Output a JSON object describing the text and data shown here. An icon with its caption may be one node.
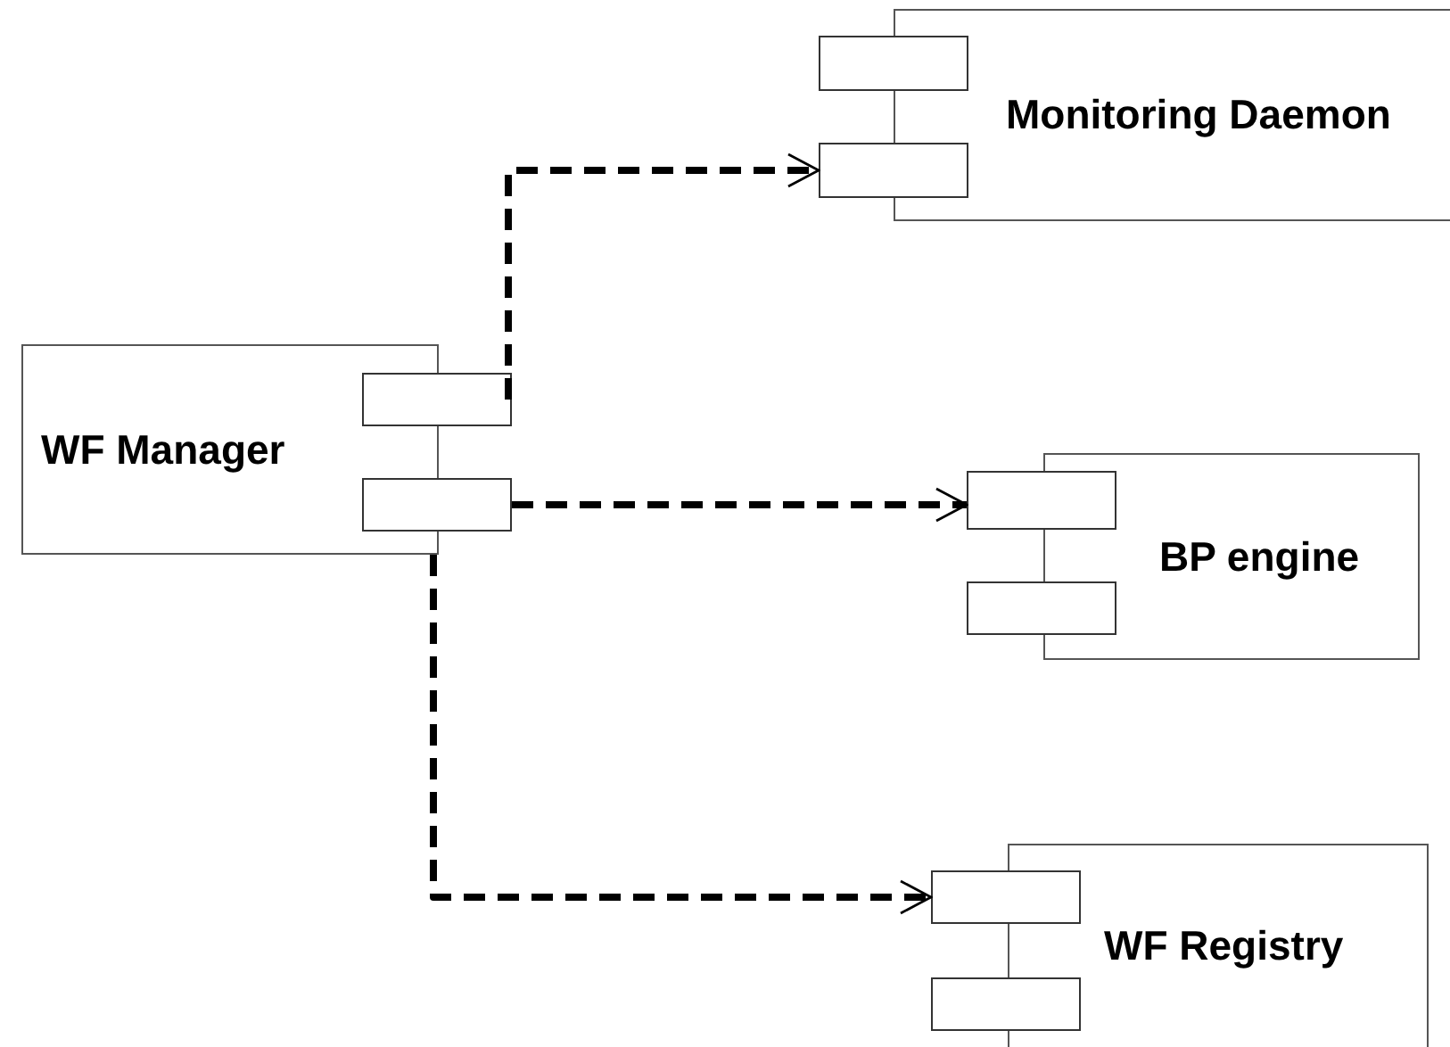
{
  "diagram": {
    "nodes": [
      {
        "text": [
          "Monitoring Daemon"
        ]
      },
      {
        "text": [],
        "shape": "box"
      },
      {
        "text": [],
        "shape": "box"
      },
      {
        "text": [
          "WF Manager"
        ]
      },
      {
        "text": [],
        "shape": "box"
      },
      {
        "text": [],
        "shape": "box"
      },
      {
        "text": [
          "BP engine"
        ]
      },
      {
        "text": [],
        "shape": "box"
      },
      {
        "text": [],
        "shape": "box"
      },
      {
        "text": [
          "WF Registry"
        ]
      },
      {
        "text": [],
        "shape": "box"
      },
      {
        "text": [],
        "shape": "box"
      }
    ],
    "edges": [
      {
        "from": 4,
        "to": 2,
        "arrow": "to",
        "style": "dashed"
      },
      {
        "from": 5,
        "to": 7,
        "arrow": "to",
        "style": "dashed"
      },
      {
        "from": 3,
        "to": 10,
        "arrow": "to",
        "style": "dashed"
      }
    ]
  }
}
